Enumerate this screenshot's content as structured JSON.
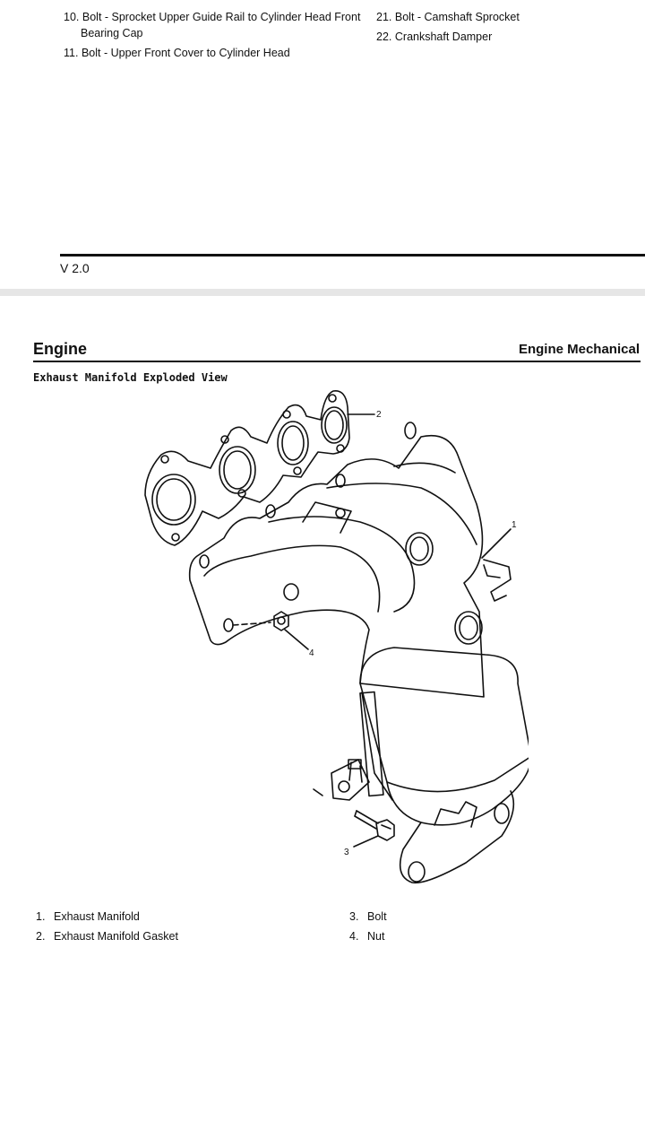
{
  "previous_page": {
    "left_items": [
      {
        "num": "10.",
        "text": "Bolt - Sprocket Upper Guide Rail to Cylinder Head Front",
        "cont": "Bearing Cap"
      },
      {
        "num": "11.",
        "text": "Bolt - Upper Front Cover to Cylinder Head"
      }
    ],
    "right_items": [
      {
        "num": "21.",
        "text": "Bolt - Camshaft Sprocket"
      },
      {
        "num": "22.",
        "text": "Crankshaft Damper"
      }
    ],
    "version": "V 2.0"
  },
  "page": {
    "section": "Engine",
    "chapter": "Engine Mechanical",
    "title": "Exhaust Manifold Exploded View",
    "callouts": [
      "1",
      "2",
      "3",
      "4"
    ],
    "parts": [
      {
        "num": "1.",
        "name": "Exhaust Manifold"
      },
      {
        "num": "2.",
        "name": "Exhaust Manifold Gasket"
      },
      {
        "num": "3.",
        "name": "Bolt"
      },
      {
        "num": "4.",
        "name": "Nut"
      }
    ]
  }
}
